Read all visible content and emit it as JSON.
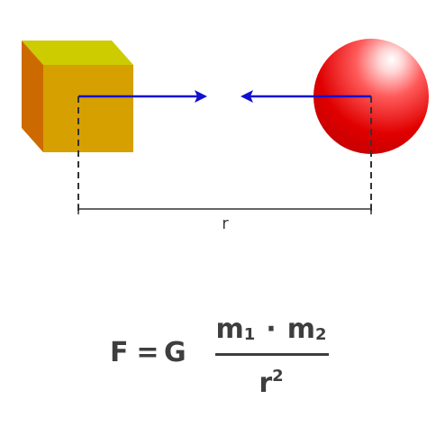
{
  "diagram": {
    "distance_label": "r",
    "colors": {
      "arrow": "#1010d0",
      "cube_top": "#cccc00",
      "cube_front": "#d6a000",
      "cube_side": "#cc6a00",
      "sphere": "#e00000",
      "dashed_line": "#333333"
    },
    "icons": [
      "cube-object",
      "sphere-object",
      "arrow-right",
      "arrow-left"
    ]
  },
  "formula": {
    "force": "F",
    "equals": "=",
    "constant": "G",
    "mass_symbol_1": "m",
    "mass_subscript_1": "1",
    "dot": "·",
    "mass_symbol_2": "m",
    "mass_subscript_2": "2",
    "distance_symbol": "r",
    "exponent": "2"
  }
}
